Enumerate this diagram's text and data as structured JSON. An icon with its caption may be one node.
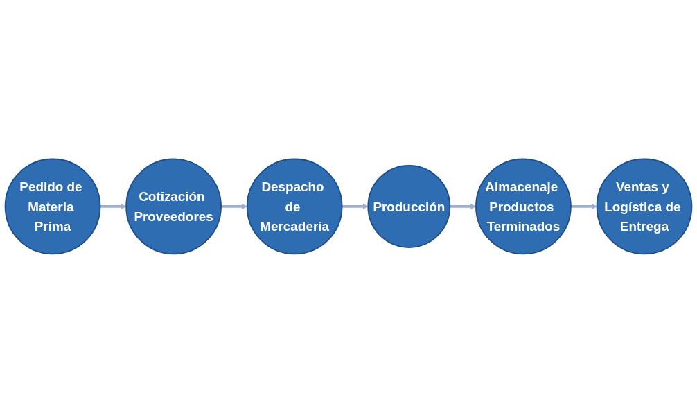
{
  "diagram": {
    "nodes": [
      {
        "text": [
          "Pedido de Materia Prima"
        ]
      },
      {
        "text": [
          "Cotización Proveedores"
        ]
      },
      {
        "text": [
          "Despacho de Mercadería"
        ]
      },
      {
        "text": [
          "Producción"
        ]
      },
      {
        "text": [
          "Almacenaje Productos Terminados"
        ]
      },
      {
        "text": [
          "Ventas y Logística de Entrega"
        ]
      }
    ],
    "edges": [
      {
        "from": 0,
        "to": 1,
        "arrow": "to"
      },
      {
        "from": 1,
        "to": 2,
        "arrow": "to"
      },
      {
        "from": 2,
        "to": 3,
        "arrow": "to"
      },
      {
        "from": 3,
        "to": 4,
        "arrow": "to"
      },
      {
        "from": 4,
        "to": 5,
        "arrow": "to"
      }
    ]
  }
}
